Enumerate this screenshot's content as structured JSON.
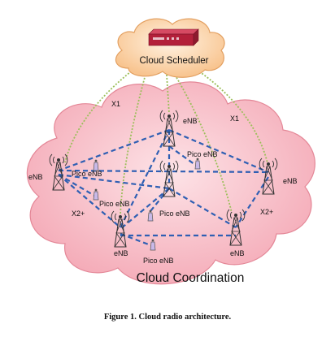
{
  "diagram": {
    "scheduler_label": "Cloud Scheduler",
    "coordination_label": "Cloud Coordination",
    "link_labels": {
      "x1_left": "X1",
      "x1_right": "X1",
      "x2_left": "X2+",
      "x2_right": "X2+"
    },
    "nodes": {
      "enb_top": "eNB",
      "enb_left": "eNB",
      "enb_right": "eNB",
      "enb_bottom_left": "eNB",
      "enb_bottom_right": "eNB",
      "pico_right": "Pico eNB",
      "pico_left": "Pico eNB",
      "pico_left_lower": "Pico eNB",
      "pico_center": "Pico eNB",
      "pico_bottom": "Pico eNB"
    },
    "colors": {
      "cloud_fill": "#f6b8c2",
      "scheduler_cloud_fill": "#fbd3a8",
      "x2_link": "#2f5fb3",
      "x1_link": "#9cbf5a",
      "server": "#b3203a"
    }
  },
  "caption": "Figure 1. Cloud radio architecture."
}
